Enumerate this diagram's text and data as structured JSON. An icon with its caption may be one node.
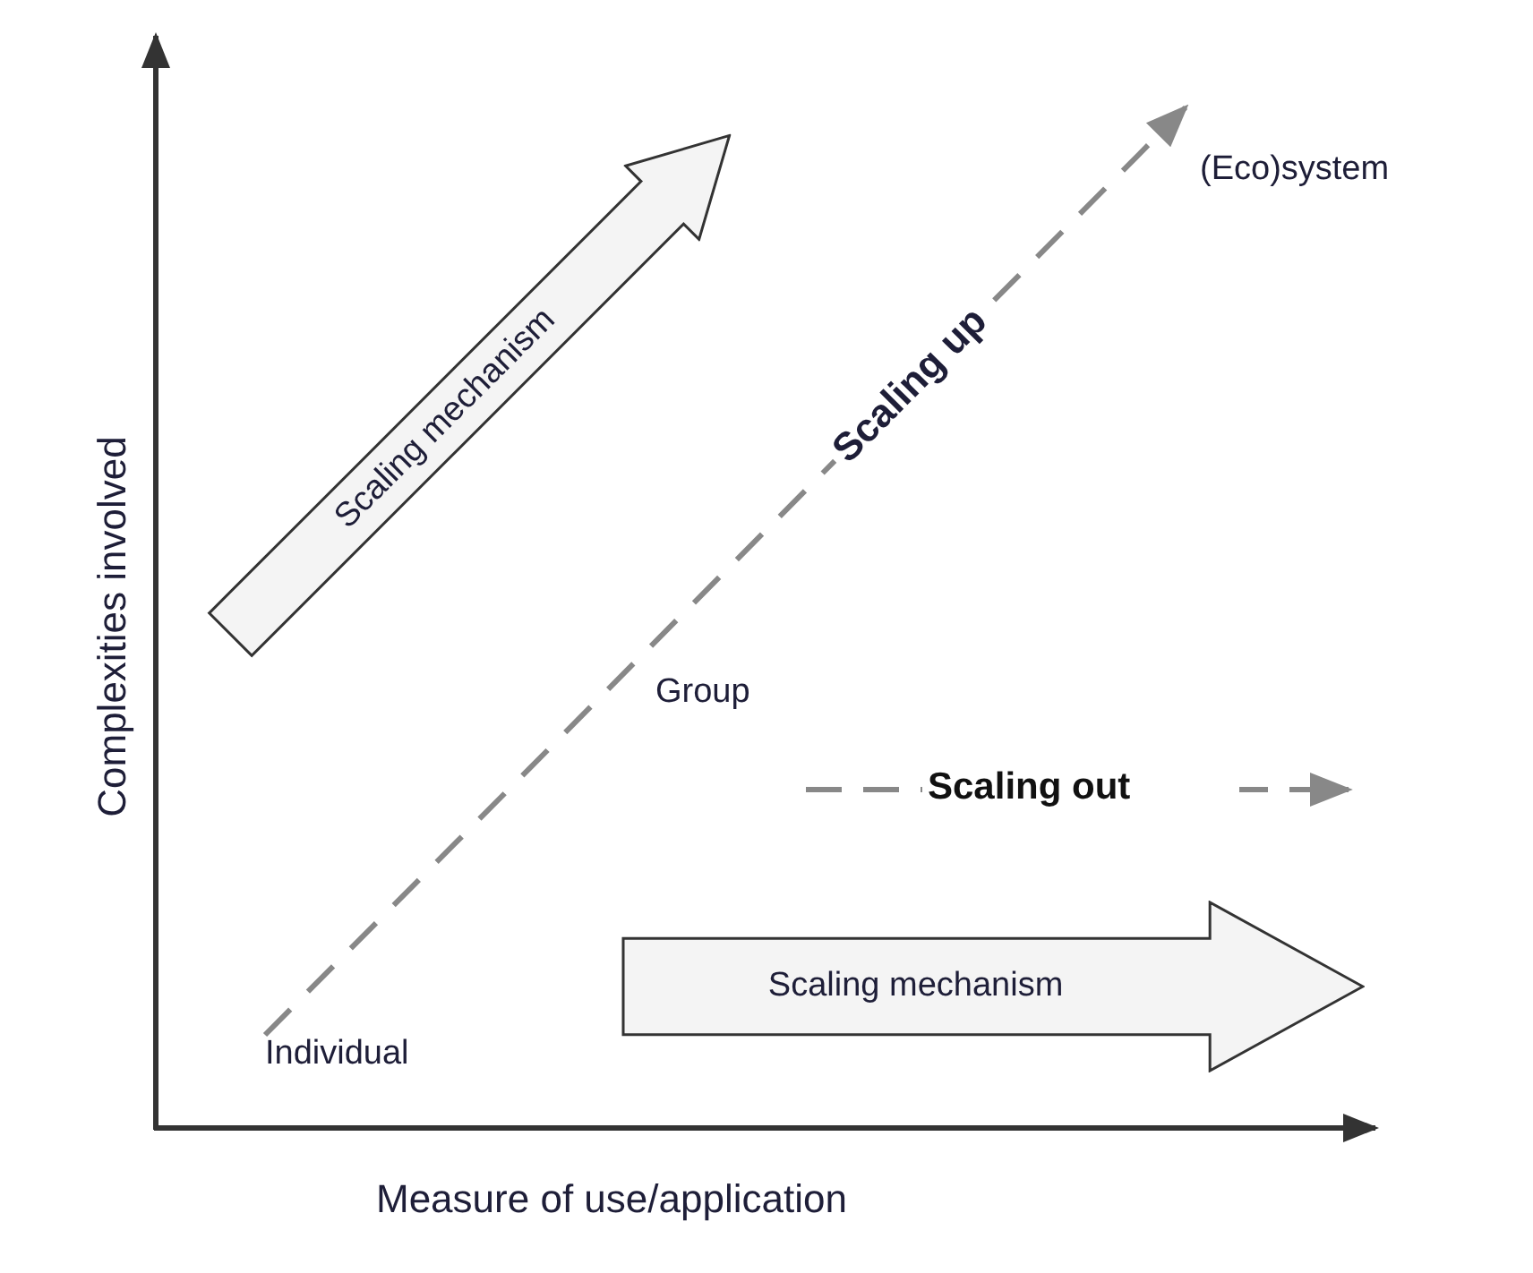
{
  "diagram": {
    "nodes": [
      {
        "text": [
          "Scaling mechanism"
        ]
      },
      {
        "text": [
          "(Eco)system"
        ]
      },
      {
        "text": [
          "Group"
        ]
      },
      {
        "text": [
          "Scaling mechanism"
        ]
      },
      {
        "text": [
          "Individual"
        ]
      }
    ],
    "edges": [
      {
        "from": 4,
        "to": 1,
        "arrow": "to",
        "style": "dashed",
        "label": "Scaling up"
      }
    ],
    "labels": [
      "Complexities involved",
      "Scaling out",
      "Measure of use/application"
    ]
  }
}
